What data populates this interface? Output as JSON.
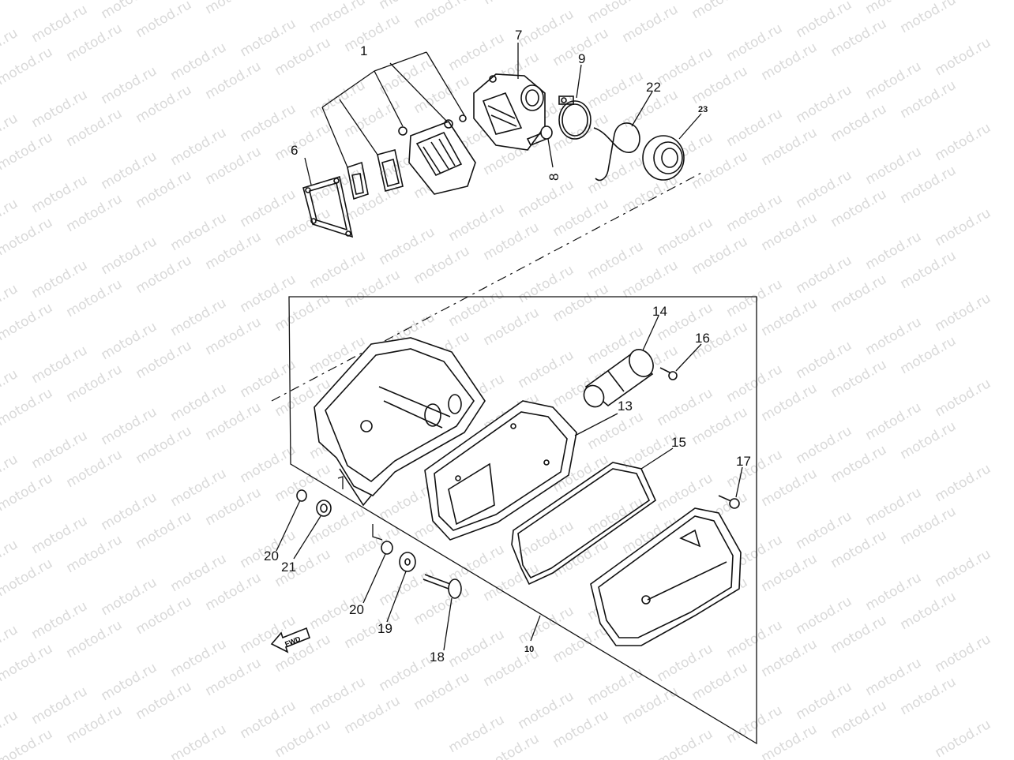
{
  "watermark": {
    "text": "motod.ru"
  },
  "callouts": {
    "c1": "1",
    "c6": "6",
    "c7": "7",
    "c8": "8",
    "c9": "9",
    "c22": "22",
    "c23": "23",
    "c14": "14",
    "c16": "16",
    "c13": "13",
    "c15": "15",
    "c17": "17",
    "c20a": "20",
    "c21": "21",
    "c20b": "20",
    "c19": "19",
    "c18": "18",
    "c10": "10"
  },
  "fwd_label": "FWD"
}
